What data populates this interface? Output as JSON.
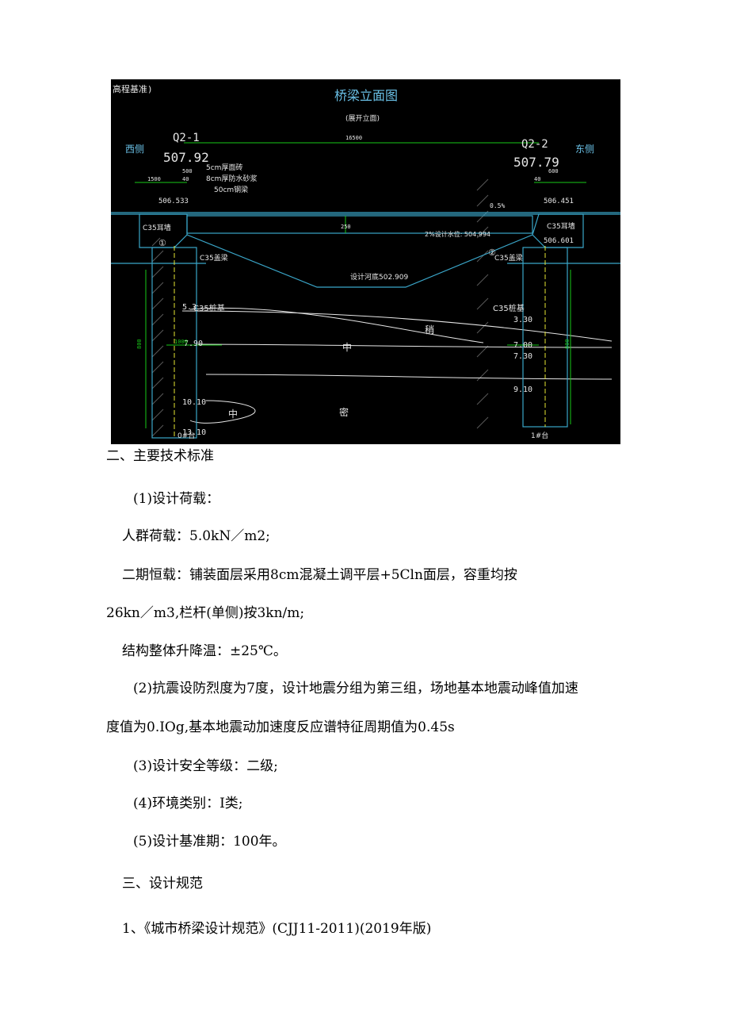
{
  "figure": {
    "corner_label": "高程基准)",
    "title": "桥梁立面图",
    "subtitle": "(展开立面)",
    "left_point": "Q2-1",
    "left_elev": "507.92",
    "right_point": "Q2-2",
    "right_elev": "507.79",
    "span": "16500",
    "west": "西侧",
    "east": "东侧",
    "dim_1500": "1500",
    "dim_500": "500",
    "dim_40_left": "40",
    "dim_600": "600",
    "dim_40_right": "40",
    "layer_1": "5cm厚面砖",
    "layer_2": "8cm厚防水砂浆",
    "layer_3": "50cm钢梁",
    "elev_left_top": "506.533",
    "elev_right_top": "506.451",
    "slope": "0.5%",
    "left_abut": "C35耳墙",
    "right_abut": "C35耳墙",
    "left_beam": "C35盖梁",
    "right_beam": "C35盖梁",
    "water_level": "2%设计水位: 504.994",
    "right_bottom_elev": "506.601",
    "riverbed": "设计河底502.909",
    "dim_250": "250",
    "left_pile": "C35桩基",
    "right_pile": "C35桩基",
    "marker_1": "①",
    "marker_2": "②",
    "d_53": "5.3",
    "d_790": "7.90",
    "d_330": "3.30",
    "d_700": "7.00",
    "d_730": "7.30",
    "d_910": "9.10",
    "d_1010": "10.10",
    "d_1310": "13.10",
    "pile_len_left": "800",
    "pile_len_right": "800",
    "pile_dia": "1000",
    "zhong": "中",
    "shao": "稍",
    "mi": "密",
    "abut_left": "0#台",
    "abut_right": "1#台"
  },
  "text": {
    "heading2": "二、主要技术标准",
    "item1": "(1)设计荷载：",
    "crowd_load": "人群荷载：5.0kN／m2;",
    "dead_load_a": "二期恒载：铺装面层采用8cm混凝土调平层+5Cln面层，容重均按",
    "dead_load_b": "26kn／m3,栏杆(单侧)按3kn/m;",
    "temp": "结构整体升降温：±25℃。",
    "seismic_a": "(2)抗震设防烈度为7度，设计地震分组为第三组，场地基本地震动峰值加速",
    "seismic_b": "度值为0.IOg,基本地震动加速度反应谱特征周期值为0.45s",
    "safety": "(3)设计安全等级：二级;",
    "environment": "(4)环境类别：I类;",
    "period": "(5)设计基准期：100年。",
    "heading3": "三、设计规范",
    "code1": "1、《城市桥梁设计规范》(CJJ11-2011)(2019年版)"
  },
  "colors": {
    "cad_bg": "#000000",
    "cad_line": "#3aa6c9",
    "cad_dim": "#19c819",
    "cad_text": "#e6e6e6",
    "cad_yellow": "#e6e632",
    "cad_title": "#6ac0e6"
  }
}
